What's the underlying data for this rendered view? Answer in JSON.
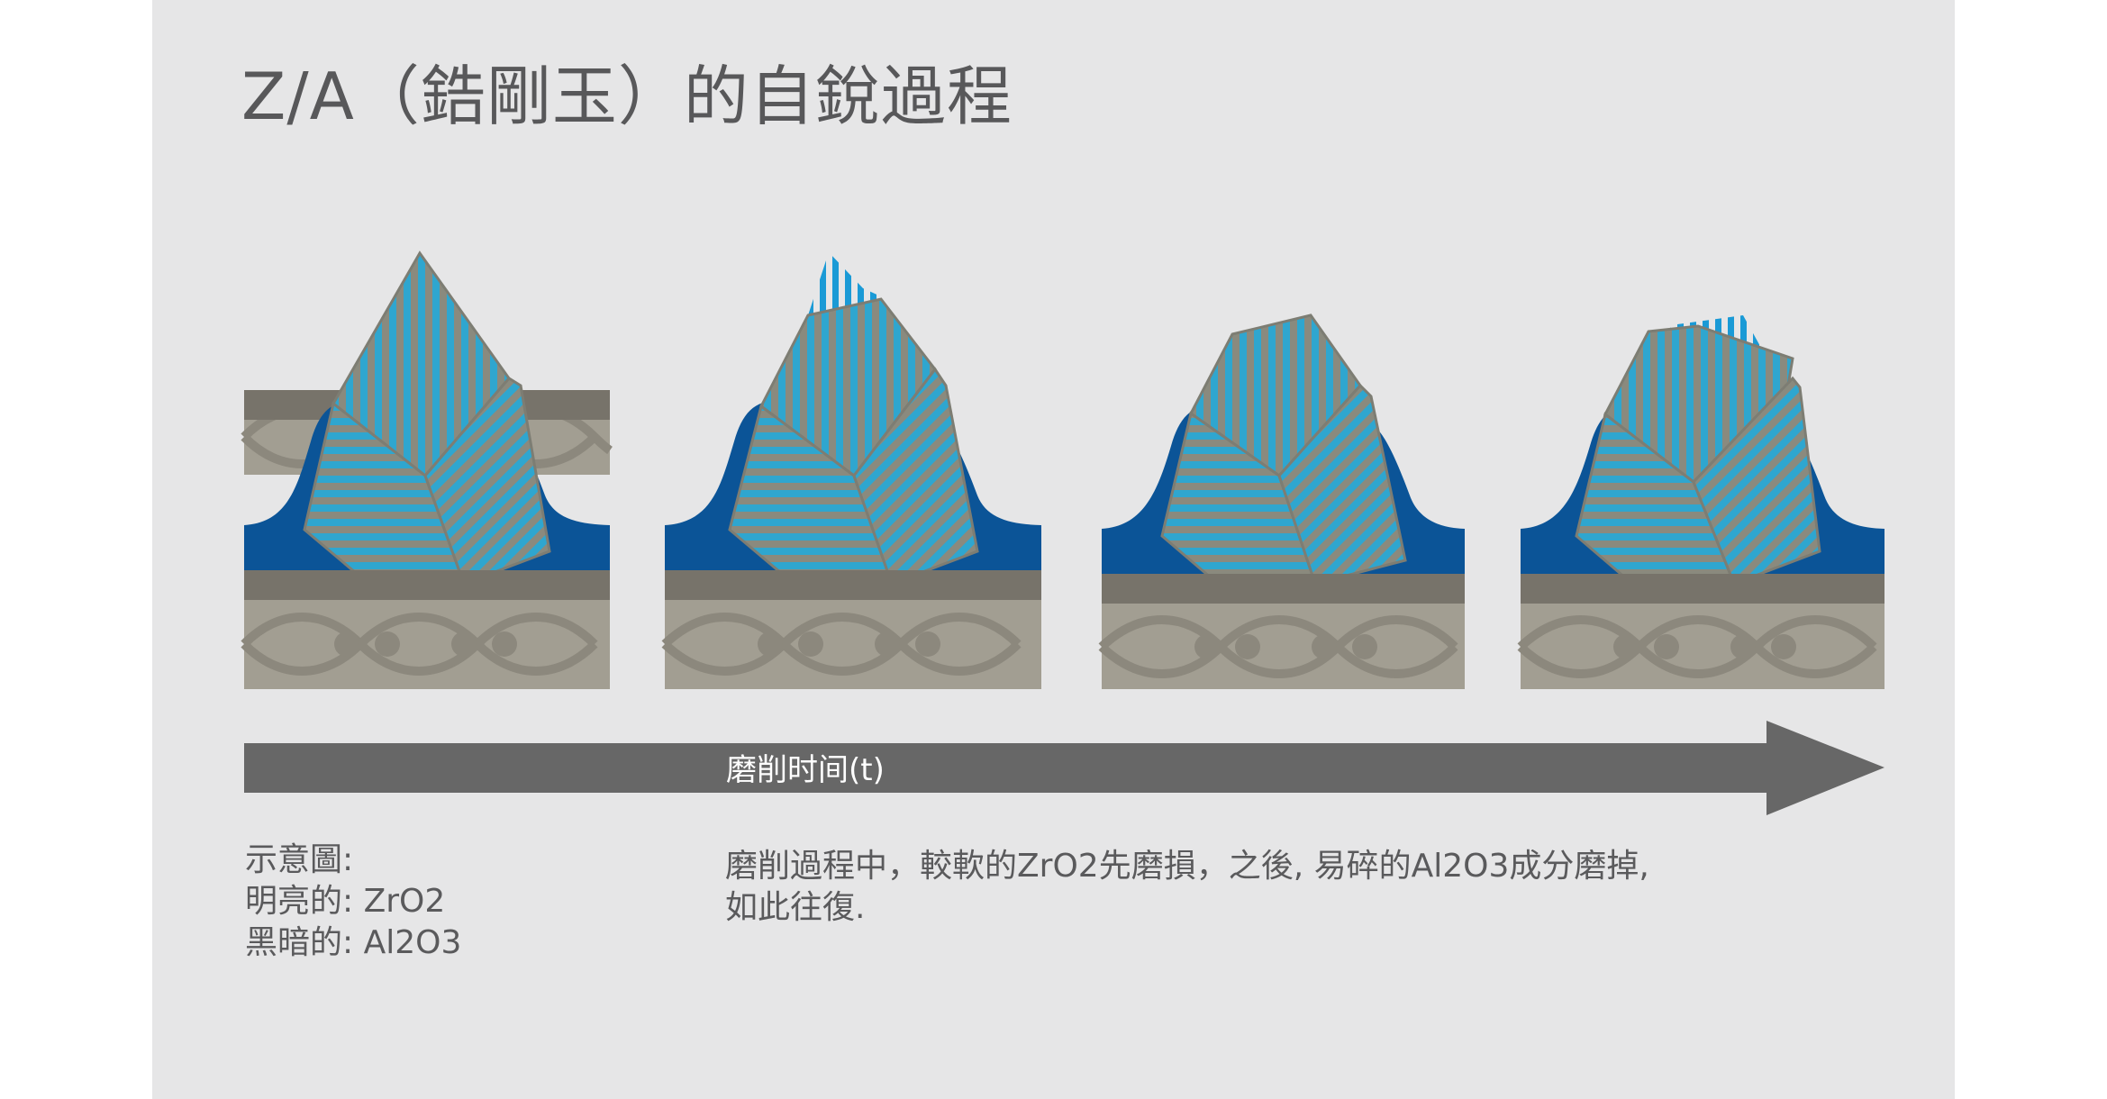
{
  "title": "Z/A（鋯剛玉）的自銳過程",
  "axis_label": "磨削时间(t)",
  "legend": {
    "heading": "示意圖:",
    "bright": "明亮的: ZrO2",
    "dark": "黑暗的: Al2O3"
  },
  "description": {
    "line1": "磨削過程中，較軟的ZrO2先磨損，之後, 易碎的Al2O3成分磨掉,",
    "line2": "如此往復."
  },
  "colors": {
    "background": "#e6e6e7",
    "binder": "#0b5497",
    "grain_fill": "#2fa6cf",
    "grain_stripe": "#8a8a7e",
    "layer_dark": "#77736a",
    "substrate": "#a29e92",
    "arrow": "#676767"
  }
}
